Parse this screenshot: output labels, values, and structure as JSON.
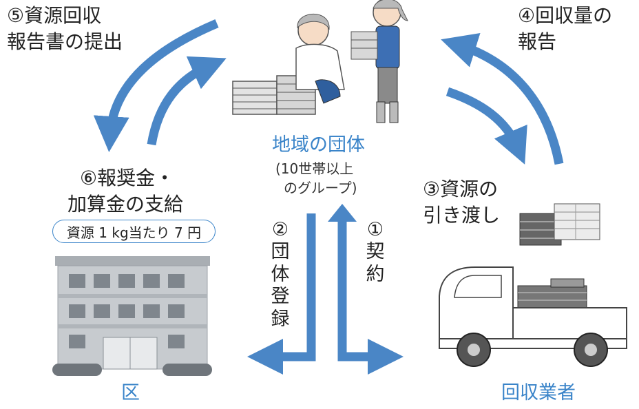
{
  "colors": {
    "arrow": "#4a86c6",
    "accent_text": "#3a84c9",
    "building": "#bfc4c9",
    "window": "#7f868d"
  },
  "center": {
    "title": "地域の団体",
    "sub_line1": "(10世帯以上",
    "sub_line2": "のグループ)"
  },
  "left": {
    "step5_line1": "⑤資源回収",
    "step5_line2": "報告書の提出",
    "step6_line1": "⑥報奨金・",
    "step6_line2": "加算金の支給",
    "rate": "資源 1 kg当たり 7 円",
    "entity": "区"
  },
  "right": {
    "step4_line1": "④回収量の",
    "step4_line2": "報告",
    "step3_line1": "③資源の",
    "step3_line2": "引き渡し",
    "entity": "回収業者"
  },
  "middle": {
    "step2_num": "②",
    "step2_chars": [
      "団",
      "体",
      "登",
      "録"
    ],
    "step1_num": "①",
    "step1_chars": [
      "契",
      "約"
    ]
  },
  "icons": [
    "people-icon",
    "newspaper-bundle-icon",
    "building-icon",
    "truck-icon"
  ]
}
